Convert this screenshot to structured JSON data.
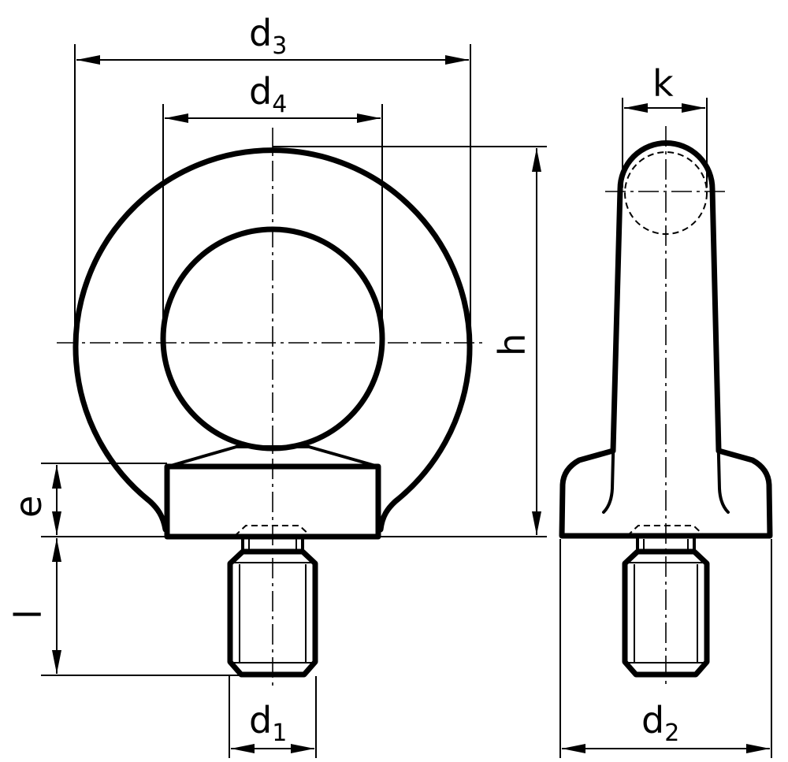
{
  "dimensions": {
    "d3": {
      "base": "d",
      "sub": "3"
    },
    "d4": {
      "base": "d",
      "sub": "4"
    },
    "k": {
      "base": "k"
    },
    "h": {
      "base": "h"
    },
    "e": {
      "base": "e"
    },
    "l": {
      "base": "l"
    },
    "d1": {
      "base": "d",
      "sub": "1"
    },
    "d2": {
      "base": "d",
      "sub": "2"
    }
  }
}
